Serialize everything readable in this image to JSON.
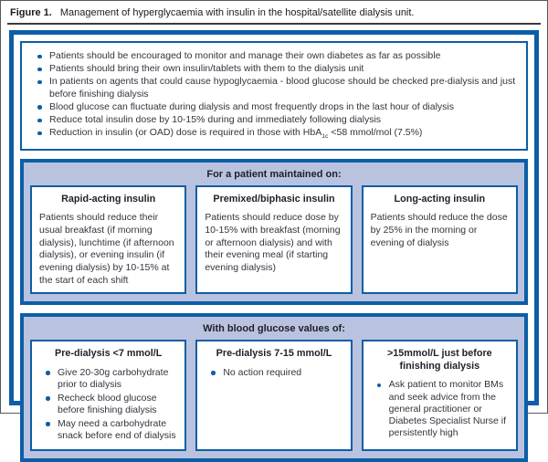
{
  "figure": {
    "label": "Figure 1.",
    "title": "Management of hyperglycaemia with insulin in the hospital/satellite dialysis unit."
  },
  "colors": {
    "border_blue": "#0d5ea6",
    "section_background": "#b9c3df",
    "body_text": "#33333e",
    "outer_border": "#58595b"
  },
  "general_advice": {
    "bullets": [
      "Patients should be encouraged to monitor and manage their own diabetes as far as possible",
      "Patients should bring their own insulin/tablets with them to the dialysis unit",
      "In patients on agents that could cause hypoglycaemia - blood glucose should be checked pre-dialysis and just before finishing dialysis",
      "Blood glucose can fluctuate during dialysis and most frequently drops in the last hour of dialysis",
      "Reduce total insulin dose by 10-15% during and immediately following dialysis",
      [
        {
          "text": "Reduction in insulin (or OAD) dose is required in those with HbA"
        },
        {
          "text": "1c",
          "sub": true
        },
        {
          "text": " <58 mmol/mol (7.5%)"
        }
      ]
    ]
  },
  "insulin_section": {
    "header": "For a patient maintained on:",
    "boxes": [
      {
        "title": "Rapid-acting insulin",
        "body": "Patients should reduce their usual breakfast (if morning dialysis), lunchtime (if afternoon dialysis), or evening insulin (if evening dialysis) by 10-15% at the start of each shift"
      },
      {
        "title": "Premixed/biphasic insulin",
        "body": "Patients should reduce dose by 10-15% with breakfast (morning or afternoon dialysis) and with their evening meal (if starting evening dialysis)"
      },
      {
        "title": "Long-acting insulin",
        "body": "Patients should reduce the dose by 25% in the morning or evening of dialysis"
      }
    ]
  },
  "glucose_section": {
    "header": "With blood glucose values of:",
    "boxes": [
      {
        "title": "Pre-dialysis <7 mmol/L",
        "bullets": [
          "Give 20-30g carbohydrate prior to dialysis",
          "Recheck blood glucose before finishing dialysis",
          "May need a carbohydrate snack before end of dialysis"
        ]
      },
      {
        "title": "Pre-dialysis 7-15 mmol/L",
        "bullets": [
          "No action required"
        ]
      },
      {
        "title": ">15mmol/L just before finishing dialysis",
        "bullets": [
          "Ask patient to monitor BMs and seek advice from the general practitioner or Diabetes Specialist Nurse if persistently high"
        ]
      }
    ]
  }
}
